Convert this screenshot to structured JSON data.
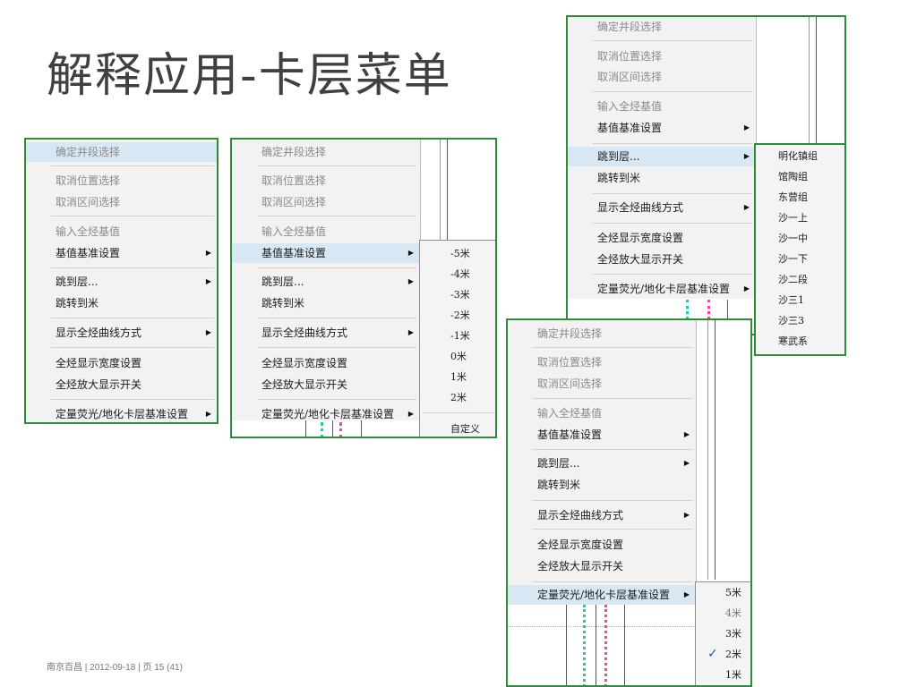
{
  "slide": {
    "title": "解释应用-卡层菜单",
    "footer": "南京百昌 | 2012-09-18 | 页 15 (41)"
  },
  "menu": {
    "confirm": "确定井段选择",
    "cancel_pos": "取消位置选择",
    "cancel_range": "取消区间选择",
    "input_base": "输入全烃基值",
    "base_setting": "基值基准设置",
    "jump_layer": "跳到层...",
    "jump_meter": "跳转到米",
    "curve_mode": "显示全烃曲线方式",
    "width_setting": "全烃显示宽度设置",
    "zoom_toggle": "全烃放大显示开关",
    "quant_setting": "定量荧光/地化卡层基准设置"
  },
  "submenus": {
    "base": [
      "-5米",
      "-4米",
      "-3米",
      "-2米",
      "-1米",
      "0米",
      "1米",
      "2米",
      "自定义"
    ],
    "layers": [
      "明化镇组",
      "馆陶组",
      "东营组",
      "沙一上",
      "沙一中",
      "沙一下",
      "沙二段",
      "沙三1",
      "沙三3",
      "寒武系"
    ],
    "quant": [
      "5米",
      "4米",
      "3米",
      "2米",
      "1米"
    ],
    "quant_checked": "2米"
  },
  "icons": {
    "submenu_arrow": "▶",
    "checkmark": "✓"
  },
  "colors": {
    "frame_border": "#2e8b3a",
    "highlight": "#d7e8f4",
    "cyan_curve": "#22c8b4",
    "pink_curve": "#ff3fa8"
  }
}
